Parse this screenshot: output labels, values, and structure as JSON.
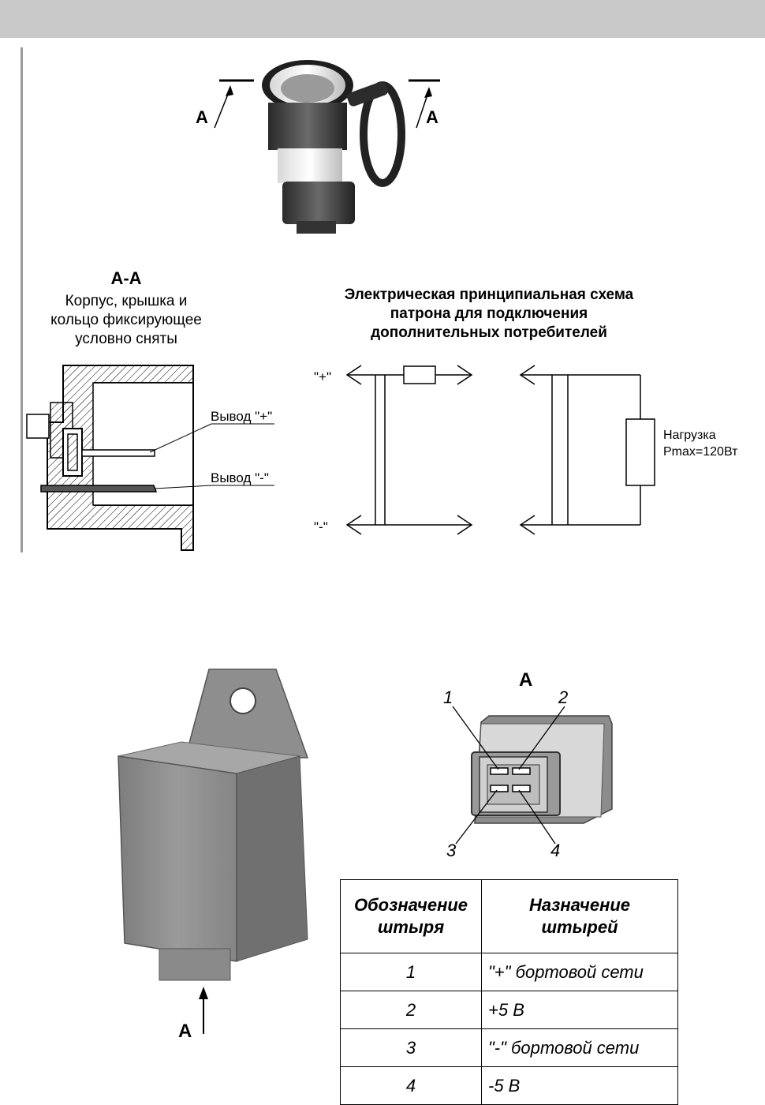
{
  "section_label": "A",
  "socket_view": {
    "title": "A-A",
    "note": [
      "Корпус, крышка и",
      "кольцо фиксирующее",
      "условно сняты"
    ],
    "labels": {
      "plus_terminal": "Вывод \"+\"",
      "minus_terminal": "Вывод \"-\""
    }
  },
  "schema": {
    "title": [
      "Электрическая принципиальная схема",
      "патрона для подключения",
      "дополнительных потребителей"
    ],
    "plus_label": "\"+\"",
    "minus_label": "\"-\"",
    "load_label": "Нагрузка",
    "pmax_label": "Pmax=120Вт"
  },
  "relay_view": {
    "arrow_label": "A",
    "connector_title": "A",
    "pin_numbers": [
      "1",
      "2",
      "3",
      "4"
    ]
  },
  "pin_table": {
    "headers": [
      [
        "Обозначение",
        "штыря"
      ],
      [
        "Назначение",
        "штырей"
      ]
    ],
    "rows": [
      {
        "pin": "1",
        "purpose": "\"+\" бортовой сети"
      },
      {
        "pin": "2",
        "purpose": "+5 В"
      },
      {
        "pin": "3",
        "purpose": "\"-\" бортовой сети"
      },
      {
        "pin": "4",
        "purpose": "-5 В"
      }
    ]
  },
  "colors": {
    "header_bar": "#c9c9c9",
    "relay_body": "#8f8f8f",
    "connector_face": "#d8d8d8"
  }
}
